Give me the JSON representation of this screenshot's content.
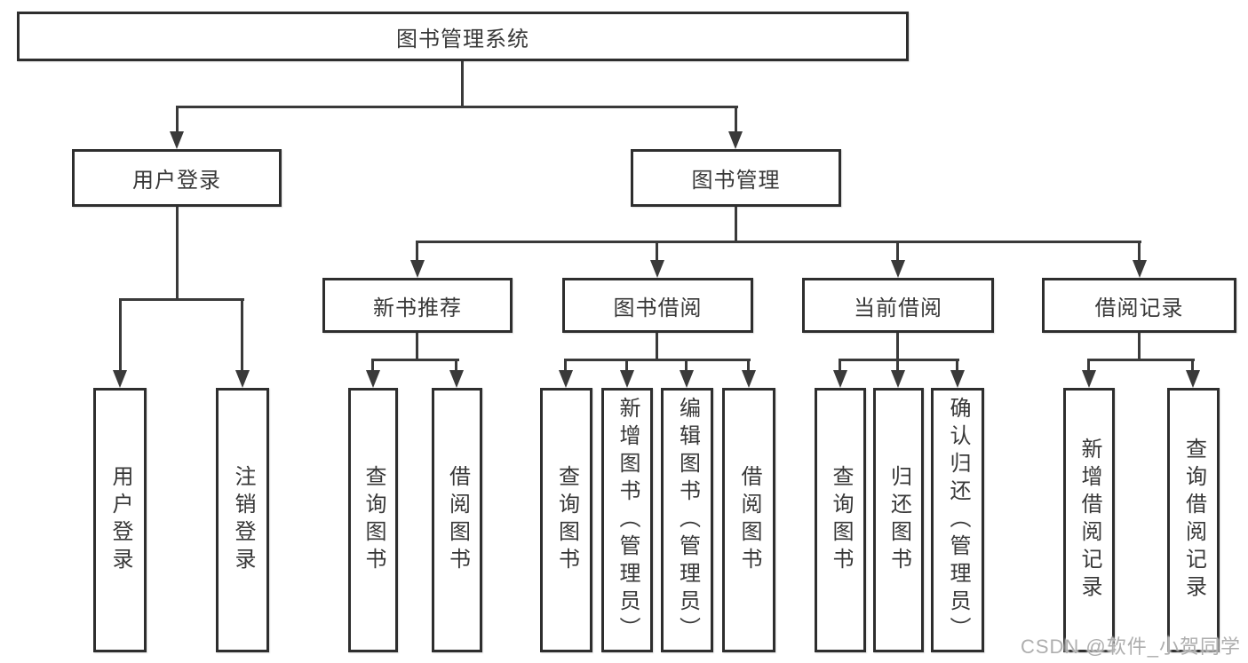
{
  "diagram": {
    "root": {
      "label": "图书管理系统"
    },
    "level2": [
      {
        "label": "用户登录",
        "children": [
          {
            "label": "用户登录"
          },
          {
            "label": "注销登录"
          }
        ]
      },
      {
        "label": "图书管理"
      }
    ],
    "level3": [
      {
        "label": "新书推荐",
        "children": [
          {
            "label": "查询图书"
          },
          {
            "label": "借阅图书"
          }
        ]
      },
      {
        "label": "图书借阅",
        "children": [
          {
            "label": "查询图书"
          },
          {
            "label": "新增图书（管理员）"
          },
          {
            "label": "编辑图书（管理员）"
          },
          {
            "label": "借阅图书"
          }
        ]
      },
      {
        "label": "当前借阅",
        "children": [
          {
            "label": "查询图书"
          },
          {
            "label": "归还图书"
          },
          {
            "label": "确认归还（管理员）"
          }
        ]
      },
      {
        "label": "借阅记录",
        "children": [
          {
            "label": "新增借阅记录"
          },
          {
            "label": "查询借阅记录"
          }
        ]
      }
    ]
  },
  "watermark": {
    "text": "CSDN @软件_小贺同学"
  }
}
